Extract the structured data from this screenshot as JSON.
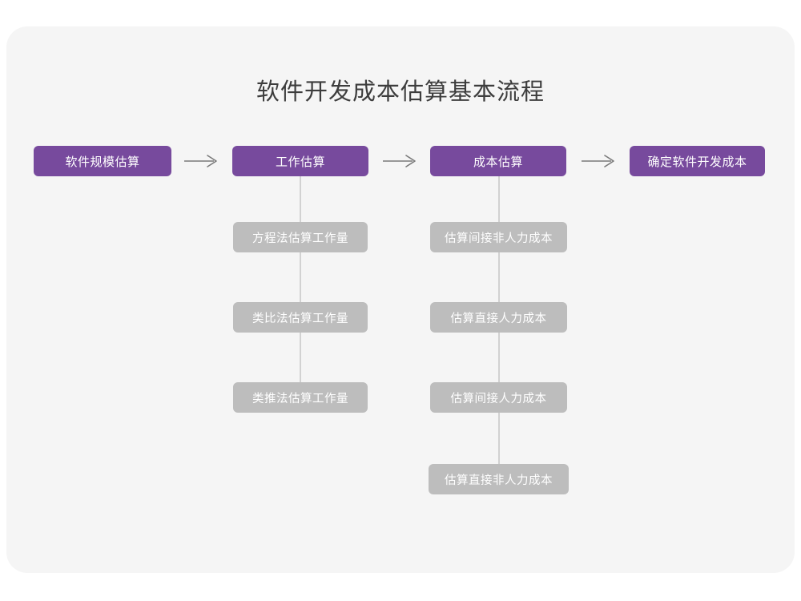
{
  "page": {
    "title": "软件开发成本估算基本流程",
    "background_color": "#ffffff",
    "card_color": "#f5f5f5",
    "primary_color": "#774a9d",
    "secondary_color": "#bdbdbd",
    "connector_color": "#d2d2d2",
    "arrow_color": "#7a7a7a"
  },
  "chart_data": {
    "type": "diagram",
    "title": "软件开发成本估算基本流程",
    "main_flow": [
      {
        "id": "step-1",
        "label": "软件规模估算"
      },
      {
        "id": "step-2",
        "label": "工作估算"
      },
      {
        "id": "step-3",
        "label": "成本估算"
      },
      {
        "id": "step-4",
        "label": "确定软件开发成本"
      }
    ],
    "arrows": [
      {
        "id": "arrow-1",
        "glyph": "arrow-right-icon",
        "from": "step-1",
        "to": "step-2"
      },
      {
        "id": "arrow-2",
        "glyph": "arrow-right-icon",
        "from": "step-2",
        "to": "step-3"
      },
      {
        "id": "arrow-3",
        "glyph": "arrow-right-icon",
        "from": "step-3",
        "to": "step-4"
      }
    ],
    "branches": [
      {
        "parent": "step-2",
        "parent_label": "工作估算",
        "children": [
          {
            "id": "work-1",
            "label": "方程法估算工作量"
          },
          {
            "id": "work-2",
            "label": "类比法估算工作量"
          },
          {
            "id": "work-3",
            "label": "类推法估算工作量"
          }
        ]
      },
      {
        "parent": "step-3",
        "parent_label": "成本估算",
        "children": [
          {
            "id": "cost-1",
            "label": "估算间接非人力成本"
          },
          {
            "id": "cost-2",
            "label": "估算直接人力成本"
          },
          {
            "id": "cost-3",
            "label": "估算间接人力成本"
          },
          {
            "id": "cost-4",
            "label": "估算直接非人力成本"
          }
        ]
      }
    ]
  }
}
